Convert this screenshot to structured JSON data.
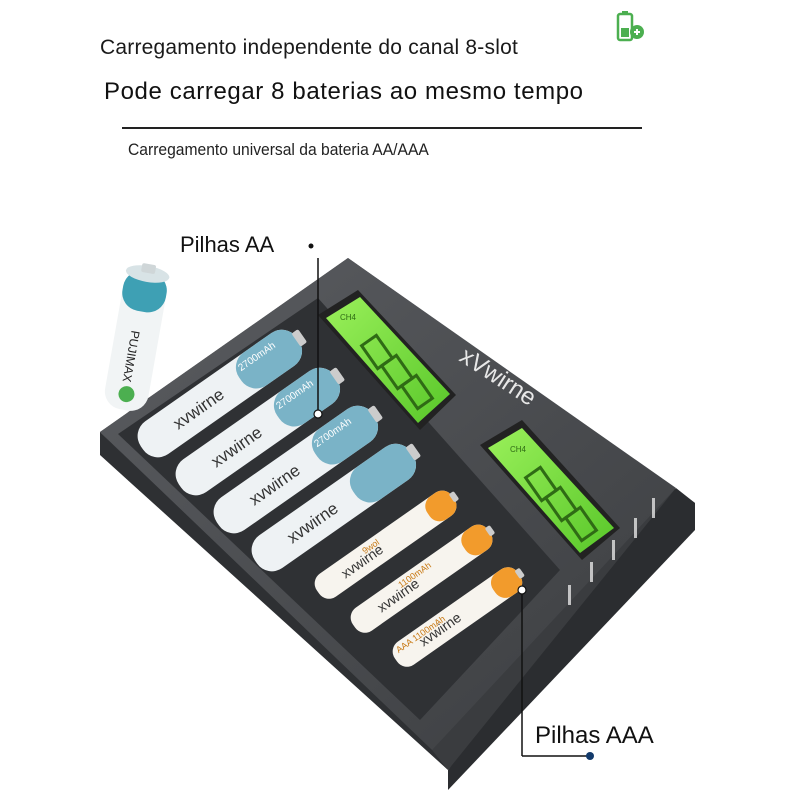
{
  "heading": {
    "line1": "Carregamento independente do canal 8-slot",
    "line2": "Pode carregar 8 baterias ao mesmo tempo",
    "line3": "Carregamento universal da bateria AA/AAA"
  },
  "callouts": {
    "aa": "Pilhas AA",
    "aaa": "Pilhas AAA"
  },
  "charger": {
    "brand": "xVwirne",
    "lcd_tag": "CH4",
    "color": "#4a4c4f",
    "lcd_color": "#7ee03a"
  },
  "loose_battery": {
    "brand": "PUJIMAX",
    "color": "#3ea0b4"
  },
  "batteries_aa": [
    {
      "brand": "xvwirne",
      "capacity": "2700mAh",
      "color": "#7ab3c7"
    },
    {
      "brand": "xvwirne",
      "capacity": "2700mAh",
      "color": "#7ab3c7"
    },
    {
      "brand": "xvwirne",
      "capacity": "2700mAh",
      "color": "#7ab3c7"
    },
    {
      "brand": "xvwirne",
      "capacity": "",
      "color": "#7ab3c7"
    }
  ],
  "batteries_aaa": [
    {
      "brand": "xvwirne",
      "capacity": "9wol",
      "color": "#f29b2c"
    },
    {
      "brand": "xvwirne",
      "capacity": "1100mAh",
      "color": "#f29b2c"
    },
    {
      "brand": "xvwirne",
      "capacity": "AAA 1100mAh",
      "color": "#f29b2c"
    }
  ]
}
